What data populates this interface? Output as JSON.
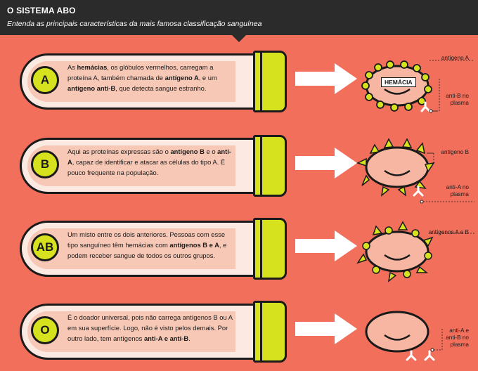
{
  "header": {
    "title": "O SISTEMA ABO",
    "subtitle": "Entenda as principais características da mais famosa classificação sanguínea"
  },
  "rows": [
    {
      "badge": "A",
      "text_parts": [
        "As ",
        "hemácias",
        ", os glóbulos vermelhos, carregam a proteína A, também chamada de ",
        "antígeno A",
        ", e um ",
        "antígeno anti-B",
        ", que detecta sangue estranho."
      ],
      "label_top": "antígeno A",
      "label_bottom": [
        "anti-B no",
        "plasma"
      ],
      "cell_label": "HEMÁCIA"
    },
    {
      "badge": "B",
      "text_parts": [
        "Aqui as proteínas expressas são o ",
        "antígeno B",
        " e o ",
        "anti-A",
        ", capaz de identificar e atacar as células do tipo A. É pouco frequente na população."
      ],
      "label_top": "antígeno B",
      "label_bottom": [
        "anti-A no",
        "plasma"
      ]
    },
    {
      "badge": "AB",
      "text_parts": [
        "Um misto entre os dois anteriores. Pessoas com esse tipo sanguíneo têm hemácias com ",
        "antígenos B e A",
        ", e podem receber sangue de todos os outros grupos."
      ],
      "label_top": "antígenos A e B"
    },
    {
      "badge": "O",
      "text_parts": [
        "É o doador universal, pois não carrega antígenos B ou A em sua superfície. Logo, não é visto pelos demais. Por outro lado, tem antígenos ",
        "anti-A e anti-B",
        "."
      ],
      "label_bottom": [
        "anti-A e",
        "anti-B no",
        "plasma"
      ]
    }
  ],
  "colors": {
    "background": "#f26f5c",
    "header": "#2b2b2b",
    "accent_yellow": "#d6e21e",
    "cell_pink": "#f7b6a2",
    "tube": "#fbe9e2"
  }
}
